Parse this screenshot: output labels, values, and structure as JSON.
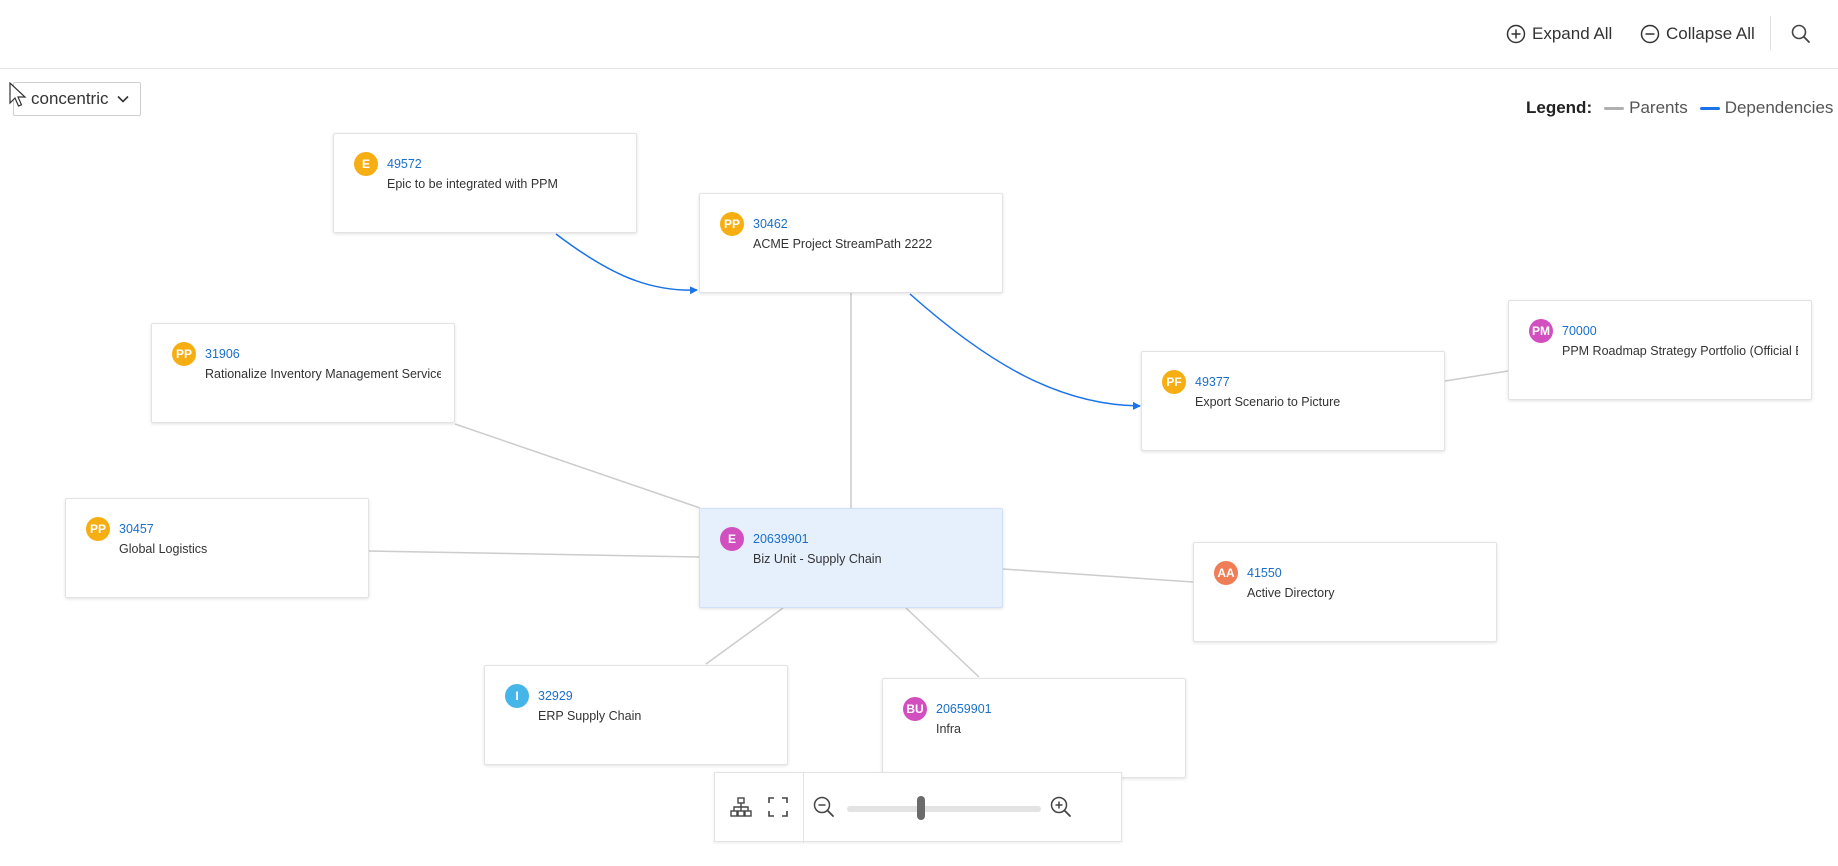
{
  "toolbar": {
    "expand_all": "Expand All",
    "collapse_all": "Collapse All"
  },
  "layout_select": {
    "value": "concentric"
  },
  "legend": {
    "title": "Legend:",
    "items": [
      {
        "label": "Parents",
        "color": "#b0b0b0"
      },
      {
        "label": "Dependencies",
        "color": "#1b73e8"
      }
    ]
  },
  "colors": {
    "accent": "#1b73e8",
    "parent_edge": "#cccccc",
    "selected_bg": "#e6f0fd",
    "id_link": "#1b6fc9"
  },
  "nodes": [
    {
      "key": "n49572",
      "badge": "E",
      "badge_color": "#f6ae12",
      "id": "49572",
      "title": "Epic to be integrated with PPM"
    },
    {
      "key": "n30462",
      "badge": "PP",
      "badge_color": "#f6ae12",
      "id": "30462",
      "title": "ACME Project StreamPath 2222"
    },
    {
      "key": "n70000",
      "badge": "PM",
      "badge_color": "#d24fc0",
      "id": "70000",
      "title": "PPM Roadmap Strategy Portfolio (Official B"
    },
    {
      "key": "n31906",
      "badge": "PP",
      "badge_color": "#f6ae12",
      "id": "31906",
      "title": "Rationalize Inventory Management Service"
    },
    {
      "key": "n49377",
      "badge": "PF",
      "badge_color": "#f6ae12",
      "id": "49377",
      "title": "Export Scenario to Picture"
    },
    {
      "key": "n30457",
      "badge": "PP",
      "badge_color": "#f6ae12",
      "id": "30457",
      "title": "Global Logistics"
    },
    {
      "key": "n20639901",
      "badge": "E",
      "badge_color": "#d24fc0",
      "id": "20639901",
      "title": "Biz Unit - Supply Chain",
      "selected": true
    },
    {
      "key": "n41550",
      "badge": "AA",
      "badge_color": "#ef7d55",
      "id": "41550",
      "title": "Active Directory"
    },
    {
      "key": "n32929",
      "badge": "I",
      "badge_color": "#46b6e8",
      "id": "32929",
      "title": "ERP Supply Chain"
    },
    {
      "key": "n20659901",
      "badge": "BU",
      "badge_color": "#d24fc0",
      "id": "20659901",
      "title": "Infra"
    }
  ],
  "zoom": {
    "level": 0.38
  },
  "icons": {
    "expand": "plus-circle-icon",
    "collapse": "minus-circle-icon",
    "search": "search-icon",
    "hierarchy": "hierarchy-icon",
    "fit": "fit-screen-icon",
    "zoom_out": "zoom-out-icon",
    "zoom_in": "zoom-in-icon"
  }
}
